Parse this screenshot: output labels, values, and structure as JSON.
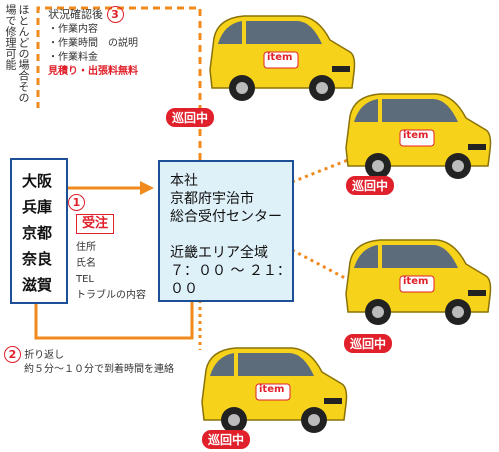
{
  "side_note": [
    "ほとんどの場合",
    "その場で修理可能"
  ],
  "status_check": {
    "step": "3",
    "title": "状況確認後",
    "items": [
      "・作業内容",
      "・作業時間　の説明",
      "・作業料金"
    ],
    "free_note": "見積り・出張料無料"
  },
  "regions": [
    "大阪",
    "兵庫",
    "京都",
    "奈良",
    "滋賀"
  ],
  "order": {
    "step": "1",
    "label": "受注",
    "fields": [
      "住所",
      "氏名",
      "TEL",
      "トラブルの内容"
    ]
  },
  "callback": {
    "step": "2",
    "title": "折り返し",
    "detail": "約５分〜１０分で到着時間を連絡"
  },
  "headquarters": {
    "line1": "本社",
    "line2": "京都府宇治市",
    "line3": "総合受付センター",
    "area": "近畿エリア全域",
    "hours": "７：００ 〜 ２１：００"
  },
  "patrol_label": "巡回中",
  "van_logo": "item",
  "colors": {
    "accent": "#e0202a",
    "line_orange": "#f08a1c",
    "box_border": "#1c4f96",
    "van_yellow": "#f6d21a"
  }
}
